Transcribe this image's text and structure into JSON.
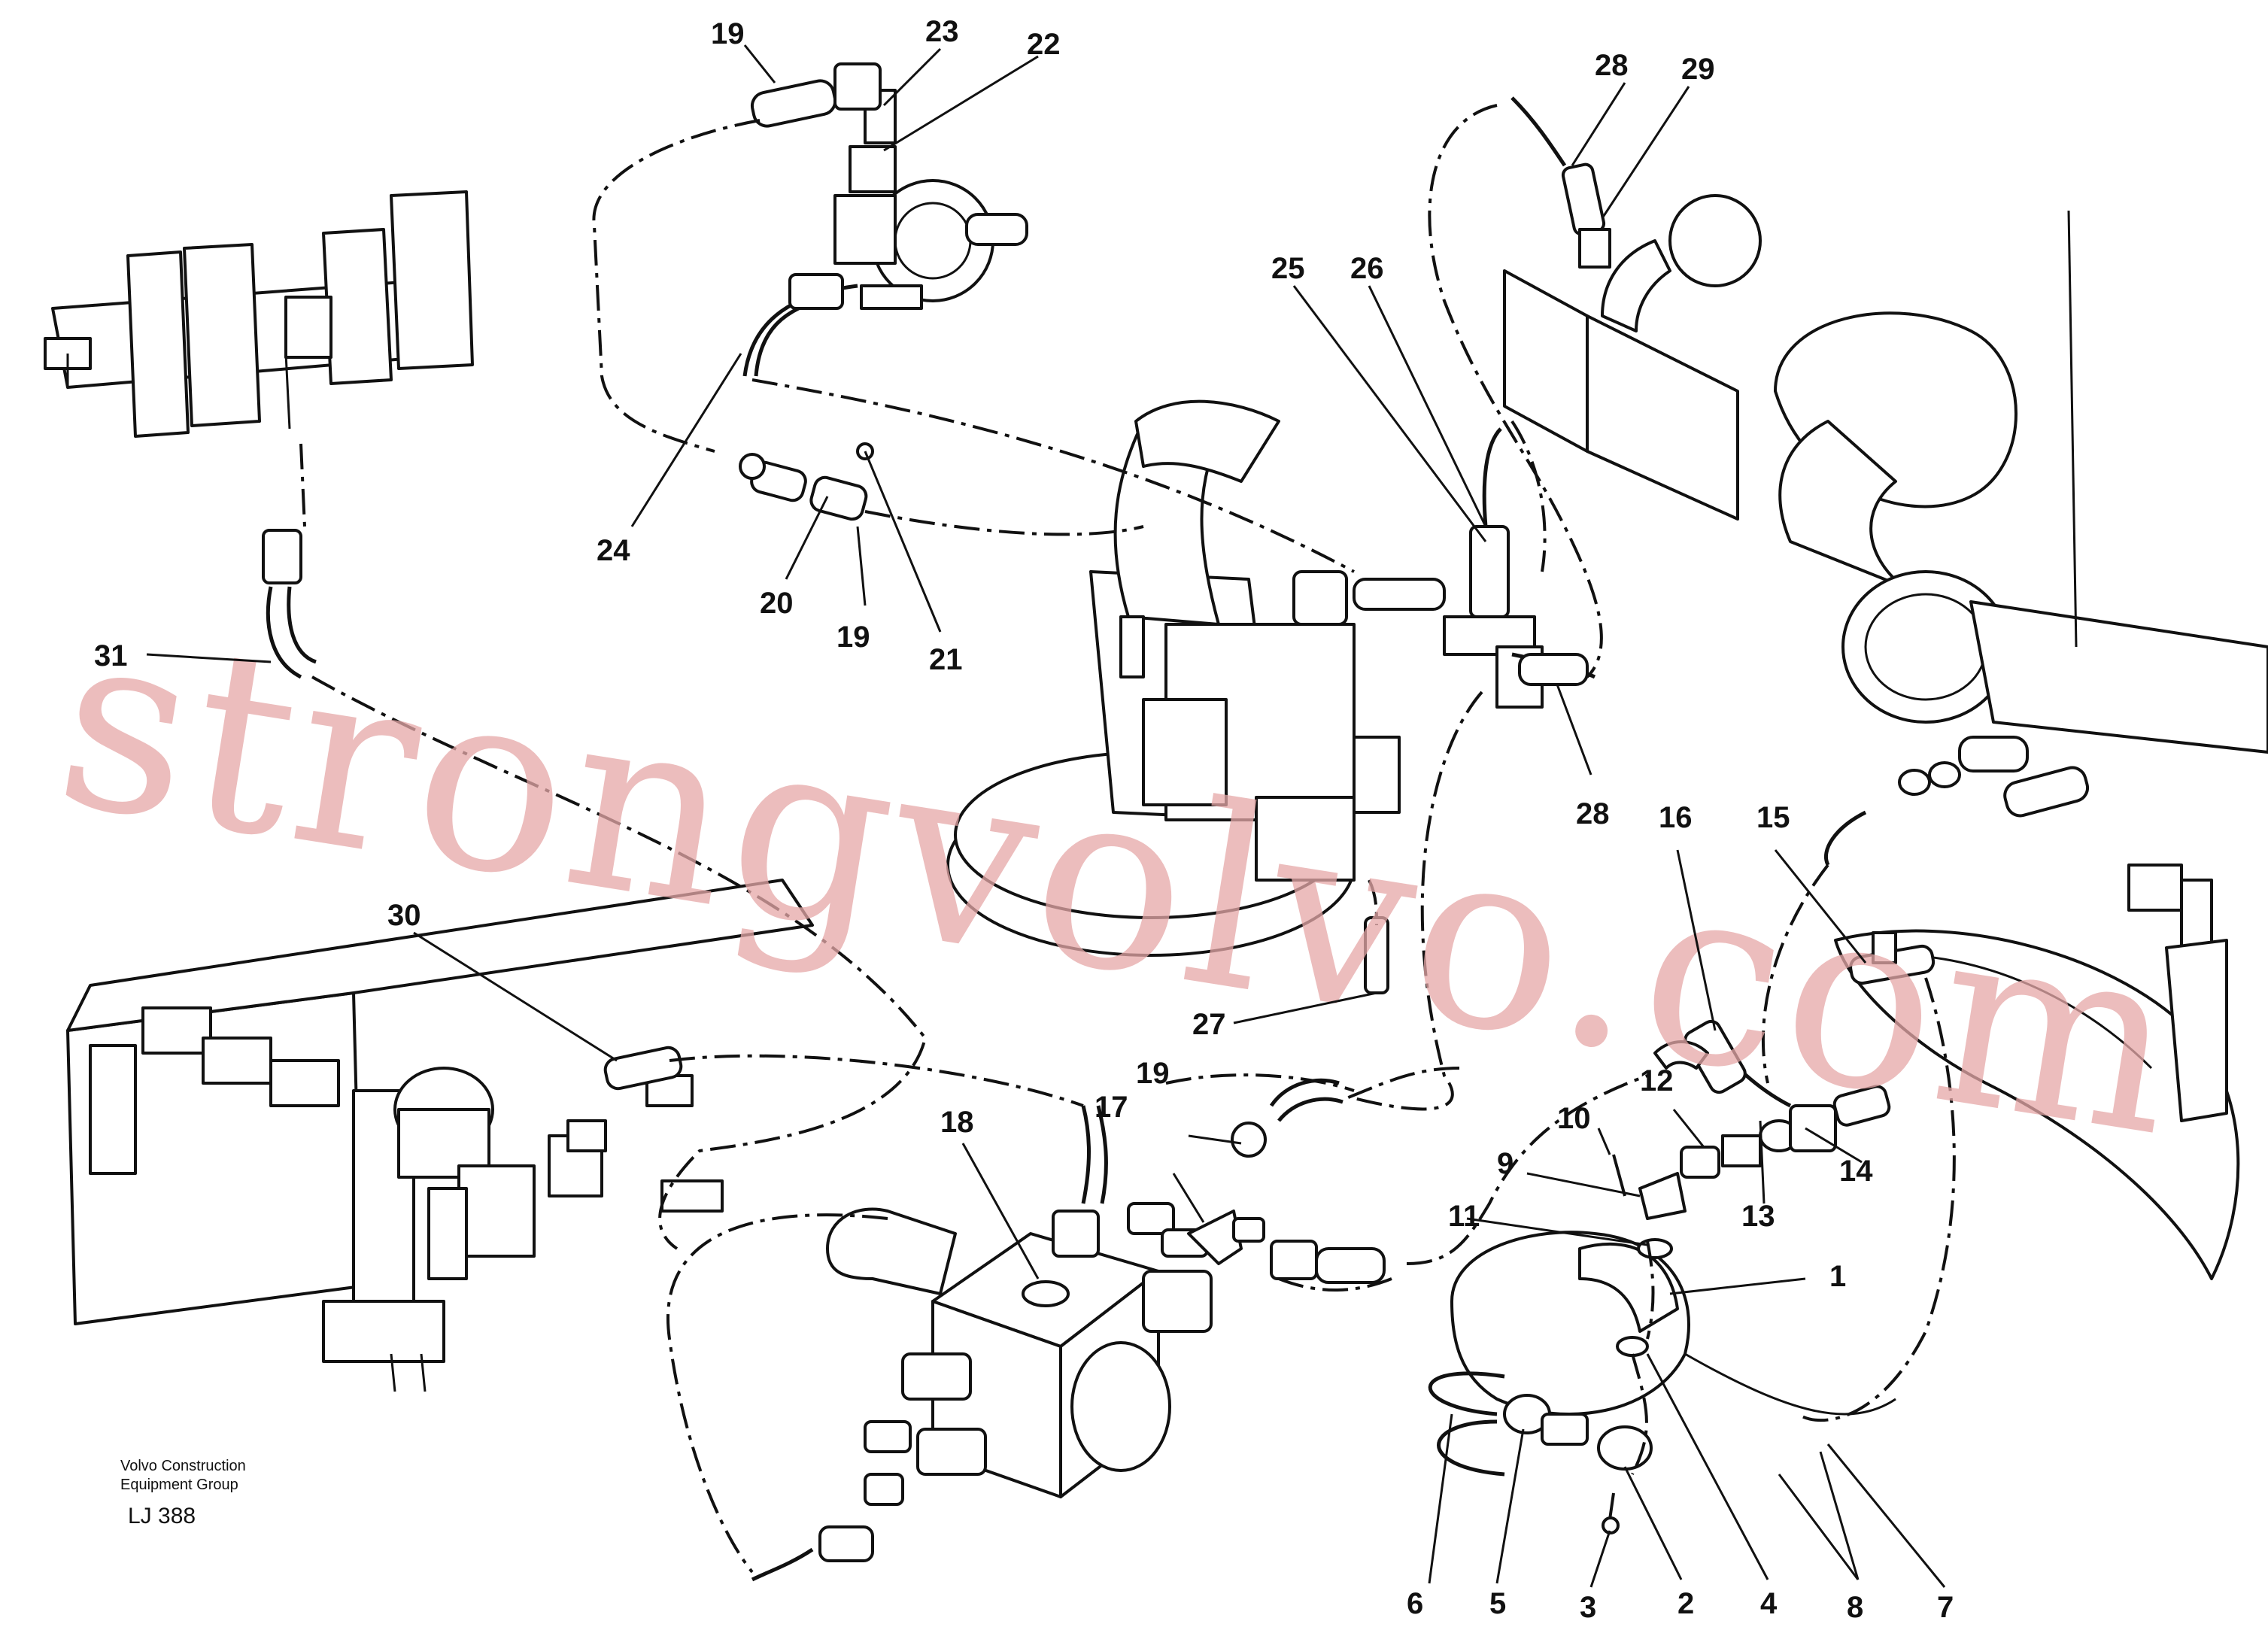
{
  "watermark": "strongvolvo.com",
  "credit": {
    "line1": "Volvo Construction",
    "line2": "Equipment Group",
    "code": "LJ 388"
  },
  "callouts": [
    "1",
    "2",
    "3",
    "4",
    "5",
    "6",
    "7",
    "8",
    "9",
    "10",
    "11",
    "12",
    "13",
    "14",
    "15",
    "16",
    "17",
    "18",
    "19",
    "20",
    "21",
    "22",
    "23",
    "24",
    "25",
    "26",
    "27",
    "28",
    "29",
    "30",
    "31"
  ],
  "callout_19_repeat": "19",
  "callout_28_repeat": "28",
  "callout_8_note": "8",
  "colors": {
    "line": "#111111",
    "watermark": "#e6a8a8",
    "background": "#ffffff"
  }
}
